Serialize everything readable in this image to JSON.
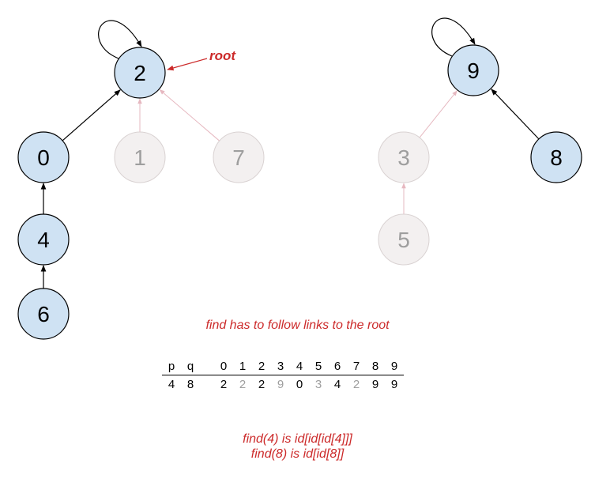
{
  "colors": {
    "active_fill": "#cfe2f3",
    "active_stroke": "#000000",
    "active_text": "#000000",
    "faded_fill": "#f3f0f0",
    "faded_stroke": "#d9d2d2",
    "faded_text": "#9e9e9e",
    "faded_link": "#e6b8c0",
    "accent_red": "#cc2a2a"
  },
  "nodes": [
    {
      "id": "2",
      "label": "2",
      "faded": false
    },
    {
      "id": "0",
      "label": "0",
      "faded": false
    },
    {
      "id": "1",
      "label": "1",
      "faded": true
    },
    {
      "id": "7",
      "label": "7",
      "faded": true
    },
    {
      "id": "4",
      "label": "4",
      "faded": false
    },
    {
      "id": "6",
      "label": "6",
      "faded": false
    },
    {
      "id": "9",
      "label": "9",
      "faded": false
    },
    {
      "id": "3",
      "label": "3",
      "faded": true
    },
    {
      "id": "8",
      "label": "8",
      "faded": false
    },
    {
      "id": "5",
      "label": "5",
      "faded": true
    }
  ],
  "edges": [
    {
      "from": "0",
      "to": "2",
      "faded": false
    },
    {
      "from": "1",
      "to": "2",
      "faded": true
    },
    {
      "from": "7",
      "to": "2",
      "faded": true
    },
    {
      "from": "4",
      "to": "0",
      "faded": false
    },
    {
      "from": "6",
      "to": "4",
      "faded": false
    },
    {
      "from": "3",
      "to": "9",
      "faded": true
    },
    {
      "from": "5",
      "to": "3",
      "faded": true
    },
    {
      "from": "8",
      "to": "9",
      "faded": false
    }
  ],
  "self_loops": [
    "2",
    "9"
  ],
  "root_label": "root",
  "caption_top": "find has to follow links to the root",
  "array_table": {
    "headers": [
      "p",
      "q",
      "0",
      "1",
      "2",
      "3",
      "4",
      "5",
      "6",
      "7",
      "8",
      "9"
    ],
    "values": [
      {
        "text": "4",
        "faded": false
      },
      {
        "text": "8",
        "faded": false
      },
      {
        "text": "2",
        "faded": false
      },
      {
        "text": "2",
        "faded": true
      },
      {
        "text": "2",
        "faded": false
      },
      {
        "text": "9",
        "faded": true
      },
      {
        "text": "0",
        "faded": false
      },
      {
        "text": "3",
        "faded": true
      },
      {
        "text": "4",
        "faded": false
      },
      {
        "text": "2",
        "faded": true
      },
      {
        "text": "9",
        "faded": false
      },
      {
        "text": "9",
        "faded": false
      }
    ]
  },
  "caption_bottom": [
    "find(4) is id[id[id[4]]]",
    "find(8) is id[id[8]]"
  ]
}
